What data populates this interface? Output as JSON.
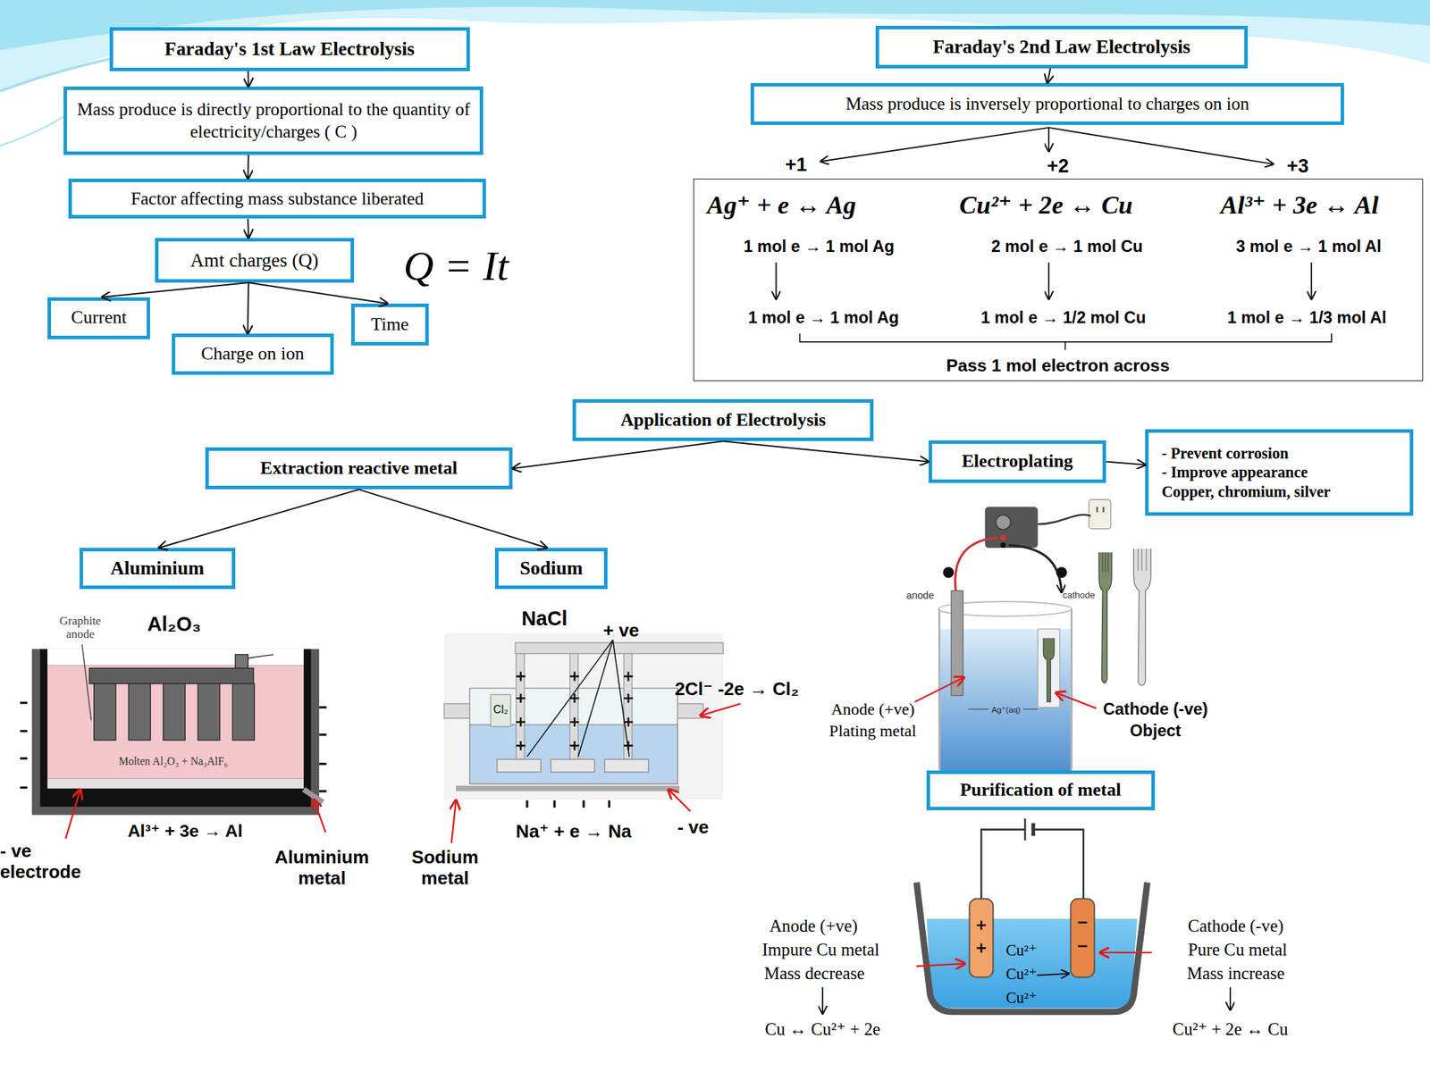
{
  "diagram": {
    "nodes": [
      {
        "text": [
          "Faraday's 1st Law Electrolysis"
        ]
      },
      {
        "text": [
          "Mass produce is directly proportional to the quantity of electricity/charges ( C )"
        ]
      },
      {
        "text": [
          "Factor affecting mass substance liberated"
        ]
      },
      {
        "text": [
          "Amt charges (Q)"
        ]
      },
      {
        "text": [
          "Current"
        ]
      },
      {
        "text": [
          "Charge on ion"
        ]
      },
      {
        "text": [
          "Time"
        ]
      },
      {
        "text": [
          "Faraday's 2nd Law Electrolysis"
        ]
      },
      {
        "text": [
          "Mass produce is inversely proportional to charges on ion"
        ]
      },
      {
        "text": [
          "Pass 1 mol electron across"
        ]
      },
      {
        "text": [
          "Application of Electrolysis"
        ]
      },
      {
        "text": [
          "Extraction reactive metal"
        ]
      },
      {
        "text": [
          "Electroplating"
        ]
      },
      {
        "text": [
          "- Prevent corrosion",
          "- Improve appearance",
          "Copper, chromium, silver"
        ]
      },
      {
        "text": [
          "Aluminium"
        ]
      },
      {
        "text": [
          "Sodium"
        ]
      },
      {
        "text": [
          "Purification of metal"
        ]
      }
    ],
    "edges": [
      {
        "from": 0,
        "to": 1,
        "arrow": "to"
      },
      {
        "from": 1,
        "to": 2,
        "arrow": "to"
      },
      {
        "from": 2,
        "to": 3,
        "arrow": "to"
      },
      {
        "from": 3,
        "to": 4,
        "arrow": "to"
      },
      {
        "from": 3,
        "to": 5,
        "arrow": "to"
      },
      {
        "from": 3,
        "to": 6,
        "arrow": "to"
      },
      {
        "from": 7,
        "to": 8,
        "arrow": "to"
      },
      {
        "from": 10,
        "to": 11,
        "arrow": "to"
      },
      {
        "from": 10,
        "to": 12,
        "arrow": "to"
      },
      {
        "from": 12,
        "to": 13,
        "arrow": "to"
      },
      {
        "from": 11,
        "to": 14,
        "arrow": "to"
      },
      {
        "from": 11,
        "to": 15,
        "arrow": "to"
      }
    ],
    "labels": [
      "Q = It",
      "+1",
      "+2",
      "+3",
      "Ag⁺ + e ↔ Ag",
      "1 mol e → 1 mol Ag",
      "1 mol e → 1 mol Ag",
      "Cu²⁺ + 2e ↔ Cu",
      "2 mol e → 1 mol Cu",
      "1 mol e → 1/2 mol Cu",
      "Al³⁺ + 3e ↔ Al",
      "3 mol e → 1 mol Al",
      "1 mol e → 1/3 mol Al",
      "Al₂O₃",
      "Graphite anode",
      "Molten Al₂O₃ + Na₃AlF₆",
      "Al³⁺ + 3e → Al",
      "- ve electrode",
      "Aluminium metal",
      "NaCl",
      "+ ve",
      "Cl₂",
      "2Cl⁻ -2e → Cl₂",
      "Na⁺ + e → Na",
      "- ve",
      "Sodium metal",
      "anode",
      "cathode",
      "Ag⁺(aq)",
      "Anode (+ve)",
      "Plating metal",
      "Cathode (-ve)",
      "Object",
      "Anode (+ve)",
      "Impure Cu metal",
      "Mass decrease",
      "Cu ↔ Cu²⁺ + 2e",
      "Cathode (-ve)",
      "Pure Cu metal",
      "Mass increase",
      "Cu²⁺ + 2e ↔ Cu",
      "Cu²⁺",
      "Cu²⁺",
      "Cu²⁺"
    ]
  }
}
